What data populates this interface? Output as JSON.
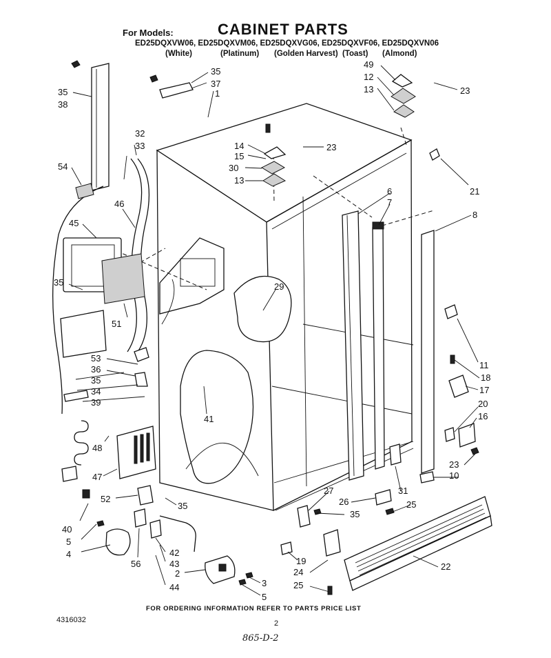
{
  "header": {
    "for_models": "For Models:",
    "title": "CABINET PARTS",
    "models": "ED25DQXVW06, ED25DQXVM06, ED25DQXVG06, ED25DQXVF06, ED25DQXVN06",
    "colors": [
      "(White)",
      "(Platinum)",
      "(Golden Harvest)",
      "(Toast)",
      "(Almond)"
    ]
  },
  "callouts": [
    "35",
    "38",
    "54",
    "32",
    "33",
    "46",
    "45",
    "35",
    "51",
    "53",
    "36",
    "35",
    "34",
    "39",
    "48",
    "47",
    "40",
    "52",
    "35",
    "5",
    "4",
    "56",
    "42",
    "43",
    "44",
    "2",
    "3",
    "5",
    "35",
    "37",
    "1",
    "14",
    "15",
    "30",
    "13",
    "23",
    "49",
    "12",
    "13",
    "23",
    "21",
    "6",
    "7",
    "8",
    "29",
    "41",
    "11",
    "18",
    "17",
    "20",
    "16",
    "23",
    "10",
    "27",
    "26",
    "31",
    "25",
    "35",
    "19",
    "24",
    "25",
    "22"
  ],
  "footer": {
    "ordering_note": "FOR ORDERING INFORMATION REFER TO PARTS PRICE LIST",
    "part_number": "4316032",
    "page_number": "2",
    "handwritten": "865-D-2"
  }
}
